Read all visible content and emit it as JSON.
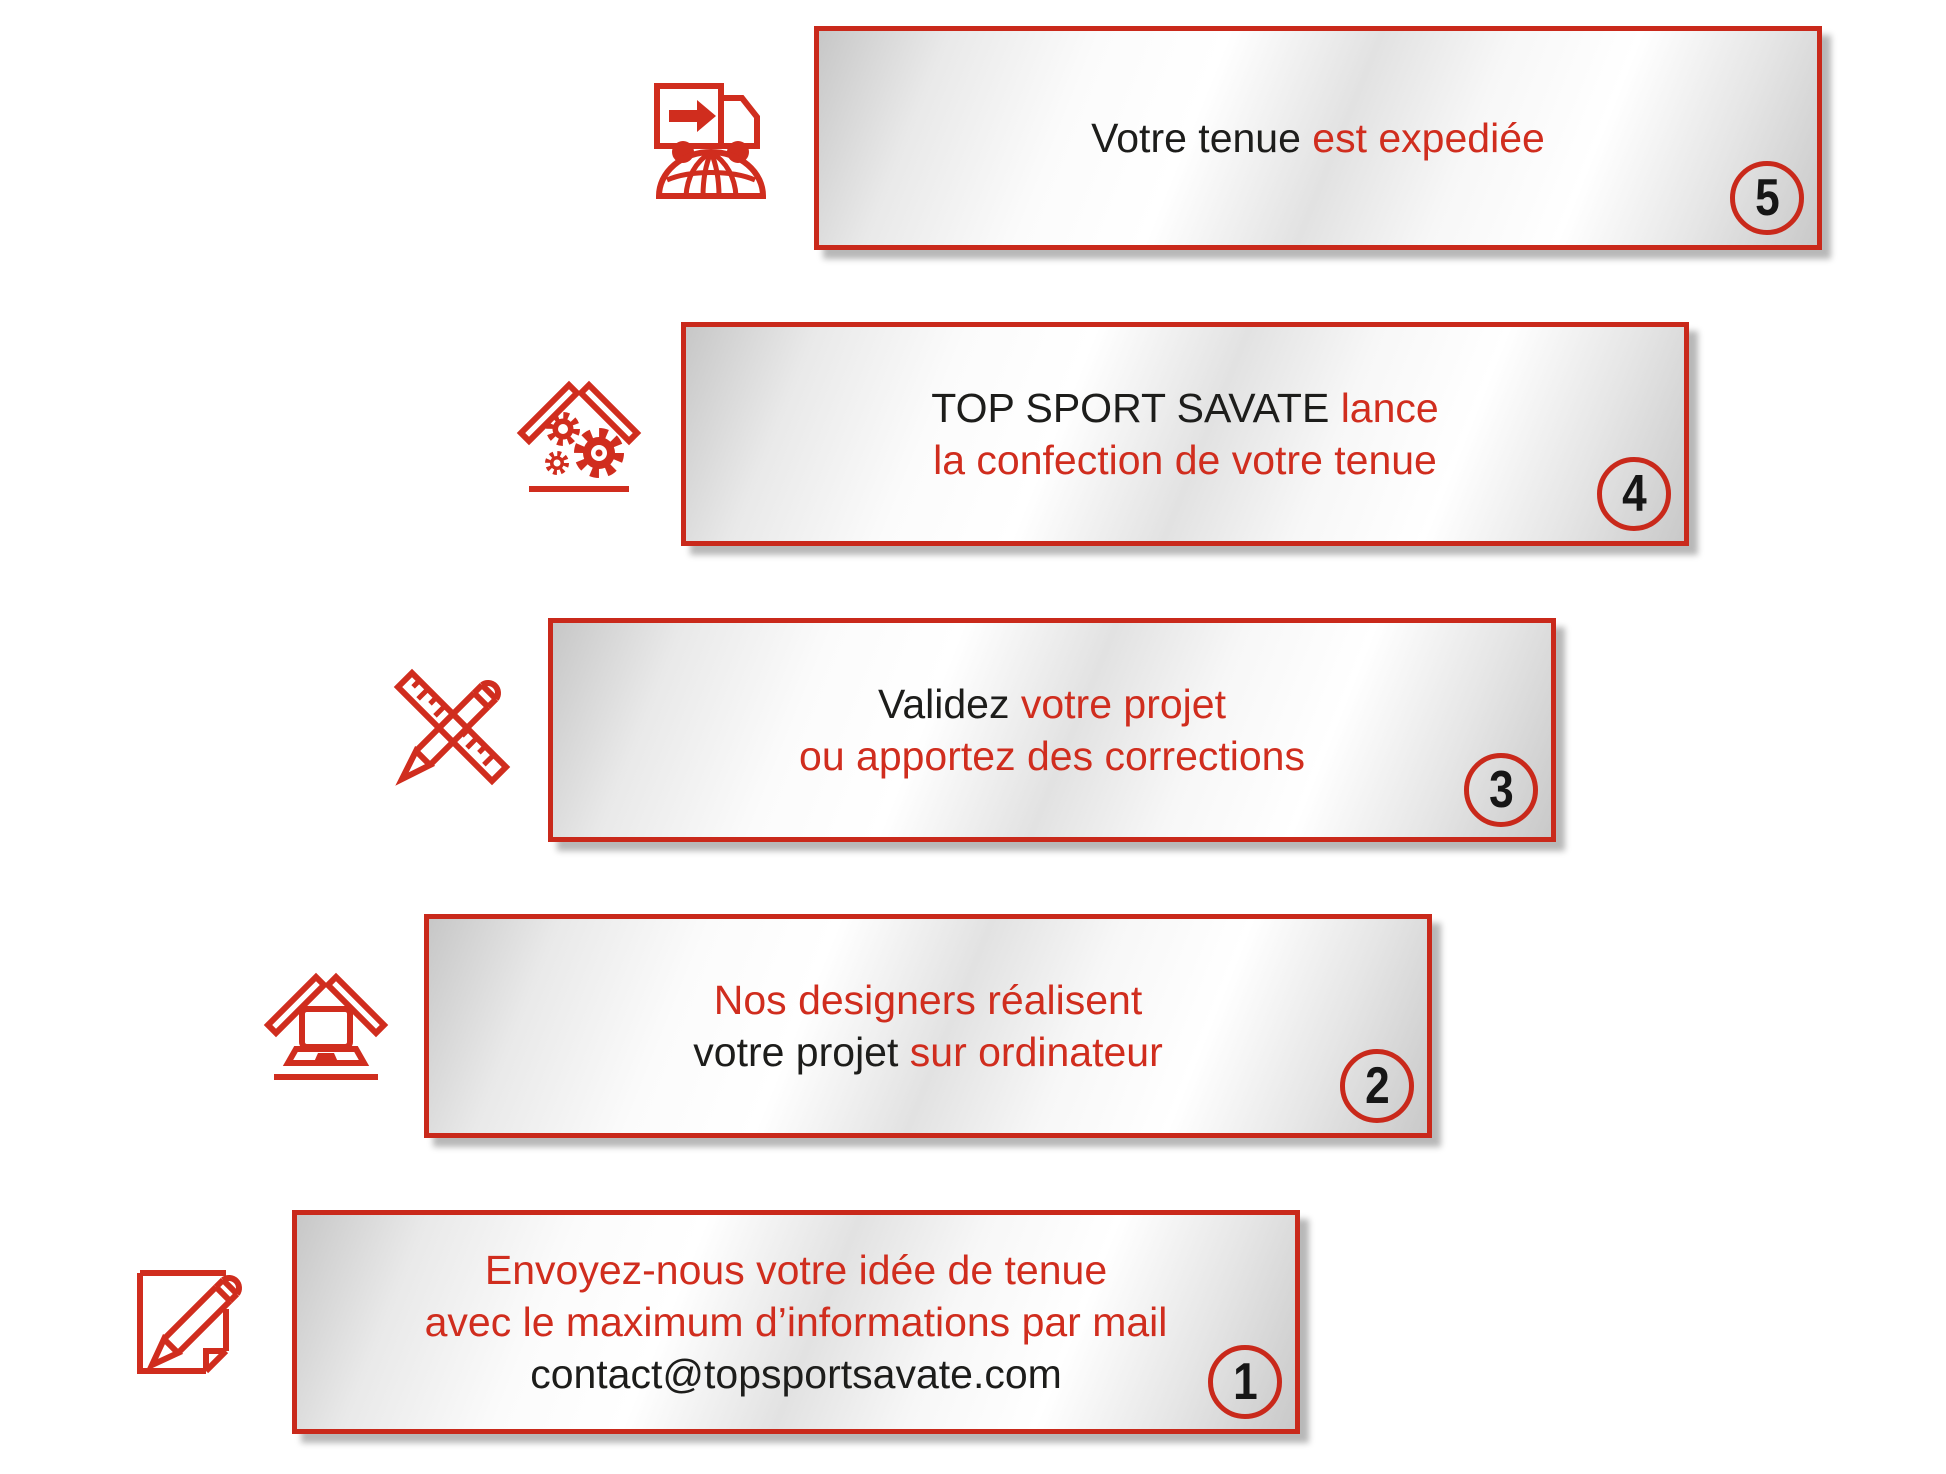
{
  "page": {
    "language": "fr",
    "background": "#ffffff",
    "description_colors": {
      "accent_red": "#d02d1e",
      "border_red": "#c9291b",
      "text_black": "#1d1d1b",
      "plate_shadow": "#b8b8b8"
    }
  },
  "steps": [
    {
      "number": "1",
      "icon": "note-pencil-icon",
      "lines": [
        {
          "segments": [
            {
              "text": "Envoyez-nous votre idée de tenue",
              "color_class": "seg-red"
            }
          ]
        },
        {
          "segments": [
            {
              "text": "avec le maximum d’informations par mail",
              "color_class": "seg-red"
            }
          ]
        },
        {
          "segments": [
            {
              "text": "contact@topsportsavate.com",
              "color_class": "seg-black"
            }
          ]
        }
      ]
    },
    {
      "number": "2",
      "icon": "laptop-workshop-icon",
      "lines": [
        {
          "segments": [
            {
              "text": "Nos designers réalisent",
              "color_class": "seg-red"
            }
          ]
        },
        {
          "segments": [
            {
              "text": "votre projet ",
              "color_class": "seg-black"
            },
            {
              "text": "sur ordinateur",
              "color_class": "seg-red"
            }
          ]
        }
      ]
    },
    {
      "number": "3",
      "icon": "ruler-pencil-icon",
      "lines": [
        {
          "segments": [
            {
              "text": "Validez ",
              "color_class": "seg-black"
            },
            {
              "text": "votre projet",
              "color_class": "seg-red"
            }
          ]
        },
        {
          "segments": [
            {
              "text": "ou apportez des corrections",
              "color_class": "seg-red"
            }
          ]
        }
      ]
    },
    {
      "number": "4",
      "icon": "workshop-gears-icon",
      "lines": [
        {
          "segments": [
            {
              "text": "TOP SPORT SAVATE ",
              "color_class": "seg-black"
            },
            {
              "text": "lance",
              "color_class": "seg-red"
            }
          ]
        },
        {
          "segments": [
            {
              "text": "la confection de votre tenue",
              "color_class": "seg-red"
            }
          ]
        }
      ]
    },
    {
      "number": "5",
      "icon": "shipping-truck-globe-icon",
      "lines": [
        {
          "segments": [
            {
              "text": "Votre tenue ",
              "color_class": "seg-black"
            },
            {
              "text": "est expediée",
              "color_class": "seg-red"
            }
          ]
        }
      ]
    }
  ]
}
